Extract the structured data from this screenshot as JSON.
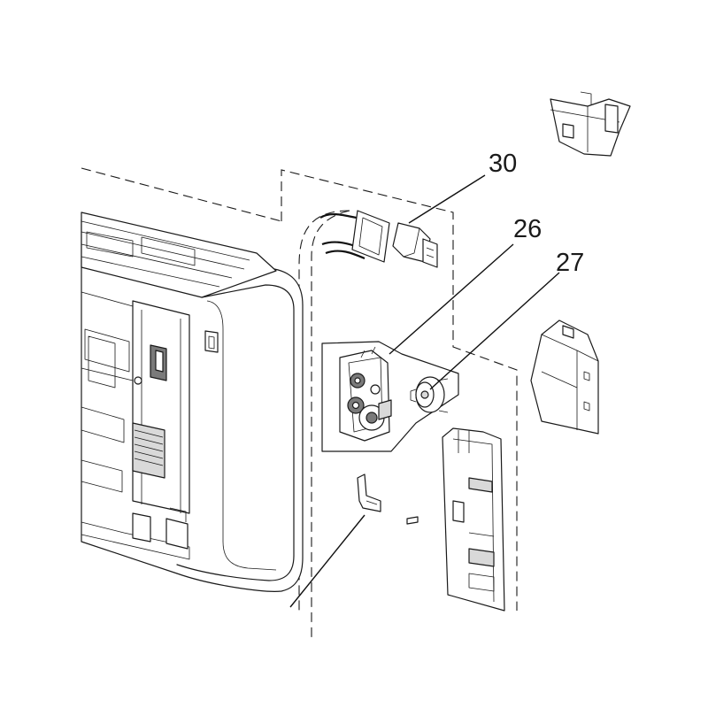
{
  "callouts": [
    {
      "id": "part-30",
      "label": "30"
    },
    {
      "id": "part-26",
      "label": "26"
    },
    {
      "id": "part-27",
      "label": "27"
    }
  ]
}
